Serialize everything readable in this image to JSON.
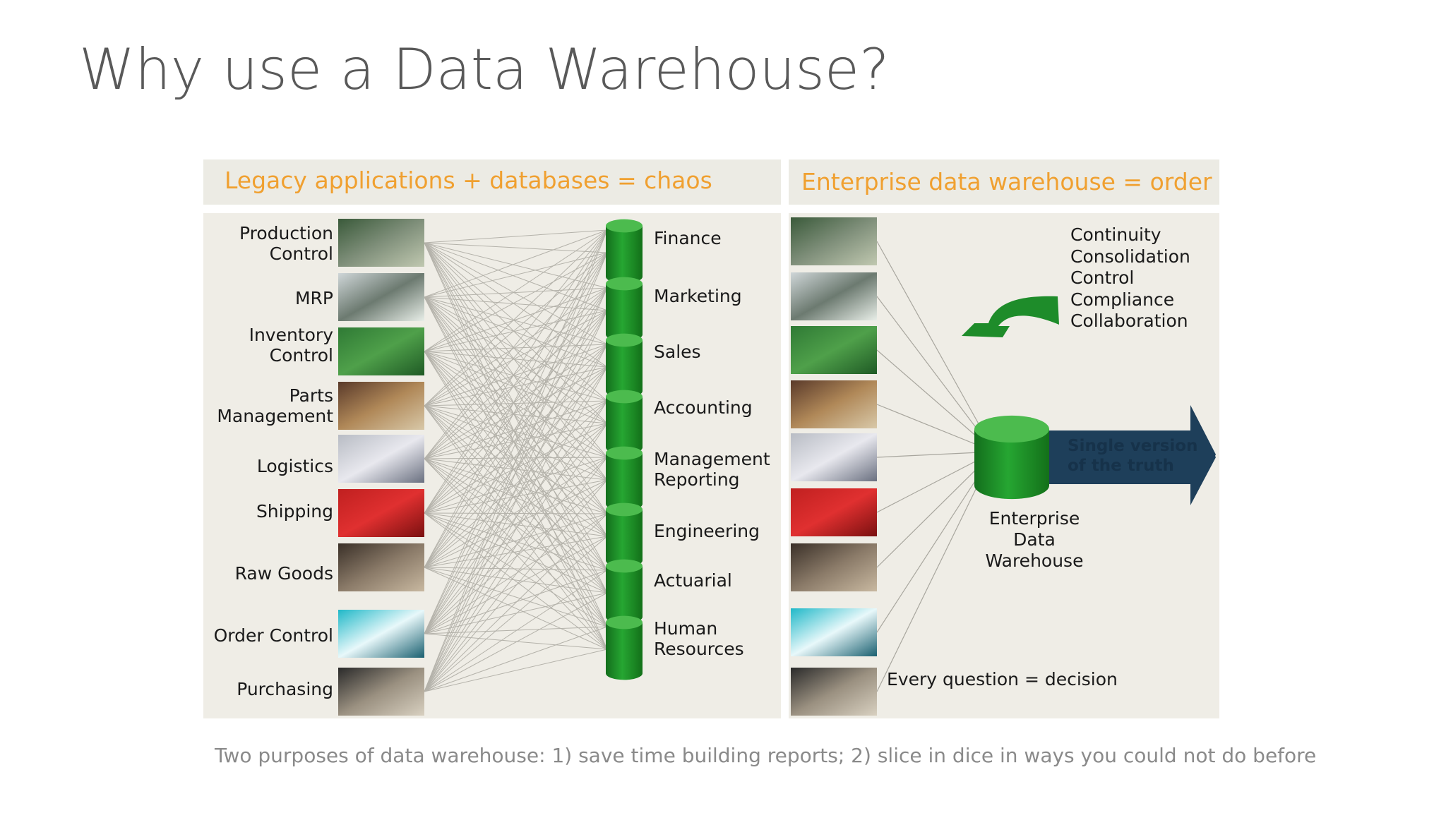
{
  "slide": {
    "title": "Why use a Data Warehouse?"
  },
  "left": {
    "header": "Legacy applications + databases = chaos",
    "sources": [
      [
        "Production",
        "Control"
      ],
      [
        "MRP"
      ],
      [
        "Inventory",
        "Control"
      ],
      [
        "Parts",
        "Management"
      ],
      [
        "Logistics"
      ],
      [
        "Shipping"
      ],
      [
        "Raw Goods"
      ],
      [
        "Order Control"
      ],
      [
        "Purchasing"
      ]
    ],
    "targets": [
      [
        "Finance"
      ],
      [
        "Marketing"
      ],
      [
        "Sales"
      ],
      [
        "Accounting"
      ],
      [
        "Management",
        "Reporting"
      ],
      [
        "Engineering"
      ],
      [
        "Actuarial"
      ],
      [
        "Human",
        "Resources"
      ]
    ]
  },
  "right": {
    "header": "Enterprise data warehouse = order",
    "benefits": [
      "Continuity",
      "Consolidation",
      "Control",
      "Compliance",
      "Collaboration"
    ],
    "arrow_text": [
      "Single version",
      "of the truth"
    ],
    "warehouse_label": [
      "Enterprise Data",
      "Warehouse"
    ],
    "question": "Every question = decision"
  },
  "footer": "Two purposes of data warehouse: 1) save time building reports; 2) slice in dice in ways you could not do before",
  "colors": {
    "accent": "#f0a030",
    "cylinder": "#1e8c2a",
    "arrow": "#1e3f5a",
    "panel": "#efede6"
  },
  "thumbnails": [
    "circuit-board-machine",
    "computer-monitor",
    "circuit-boards-row",
    "forklift-warehouse",
    "map-planning",
    "red-trucks",
    "steel-coils",
    "monitor-screen",
    "cash-register"
  ]
}
